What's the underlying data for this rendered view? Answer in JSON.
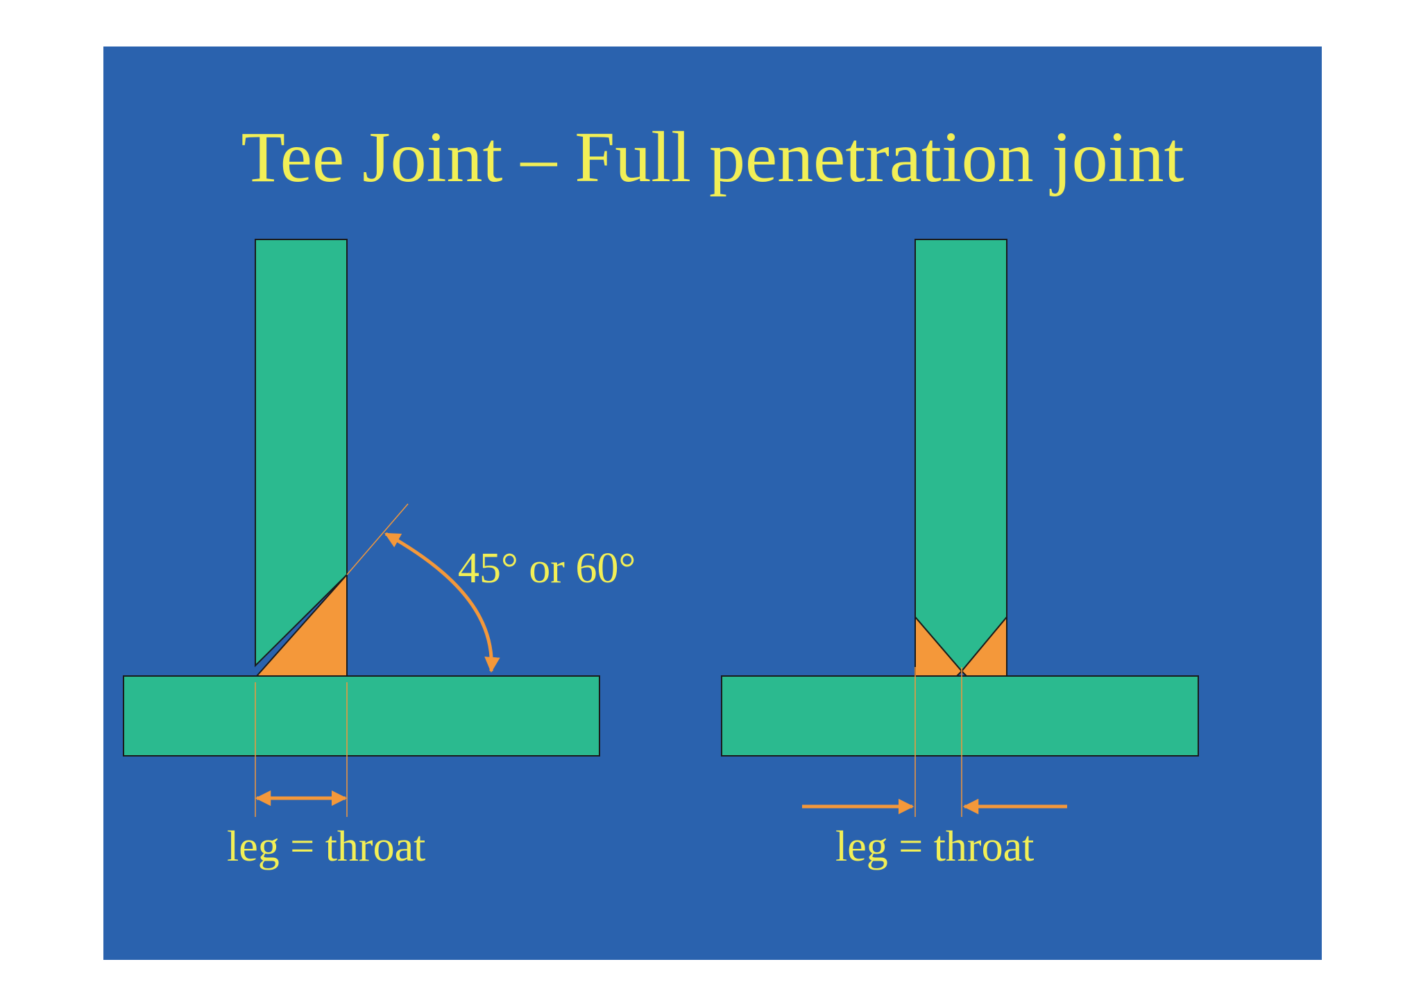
{
  "slide": {
    "title": "Tee Joint – Full penetration joint"
  },
  "left_joint": {
    "angle_label": "45° or 60°",
    "dimension_label": "leg = throat"
  },
  "right_joint": {
    "dimension_label": "leg = throat"
  },
  "colors": {
    "slide_background": "#2a62ae",
    "plate": "#2bba8f",
    "weld": "#f4983a",
    "text": "#f2ef56",
    "outline": "#1a1a1a"
  }
}
